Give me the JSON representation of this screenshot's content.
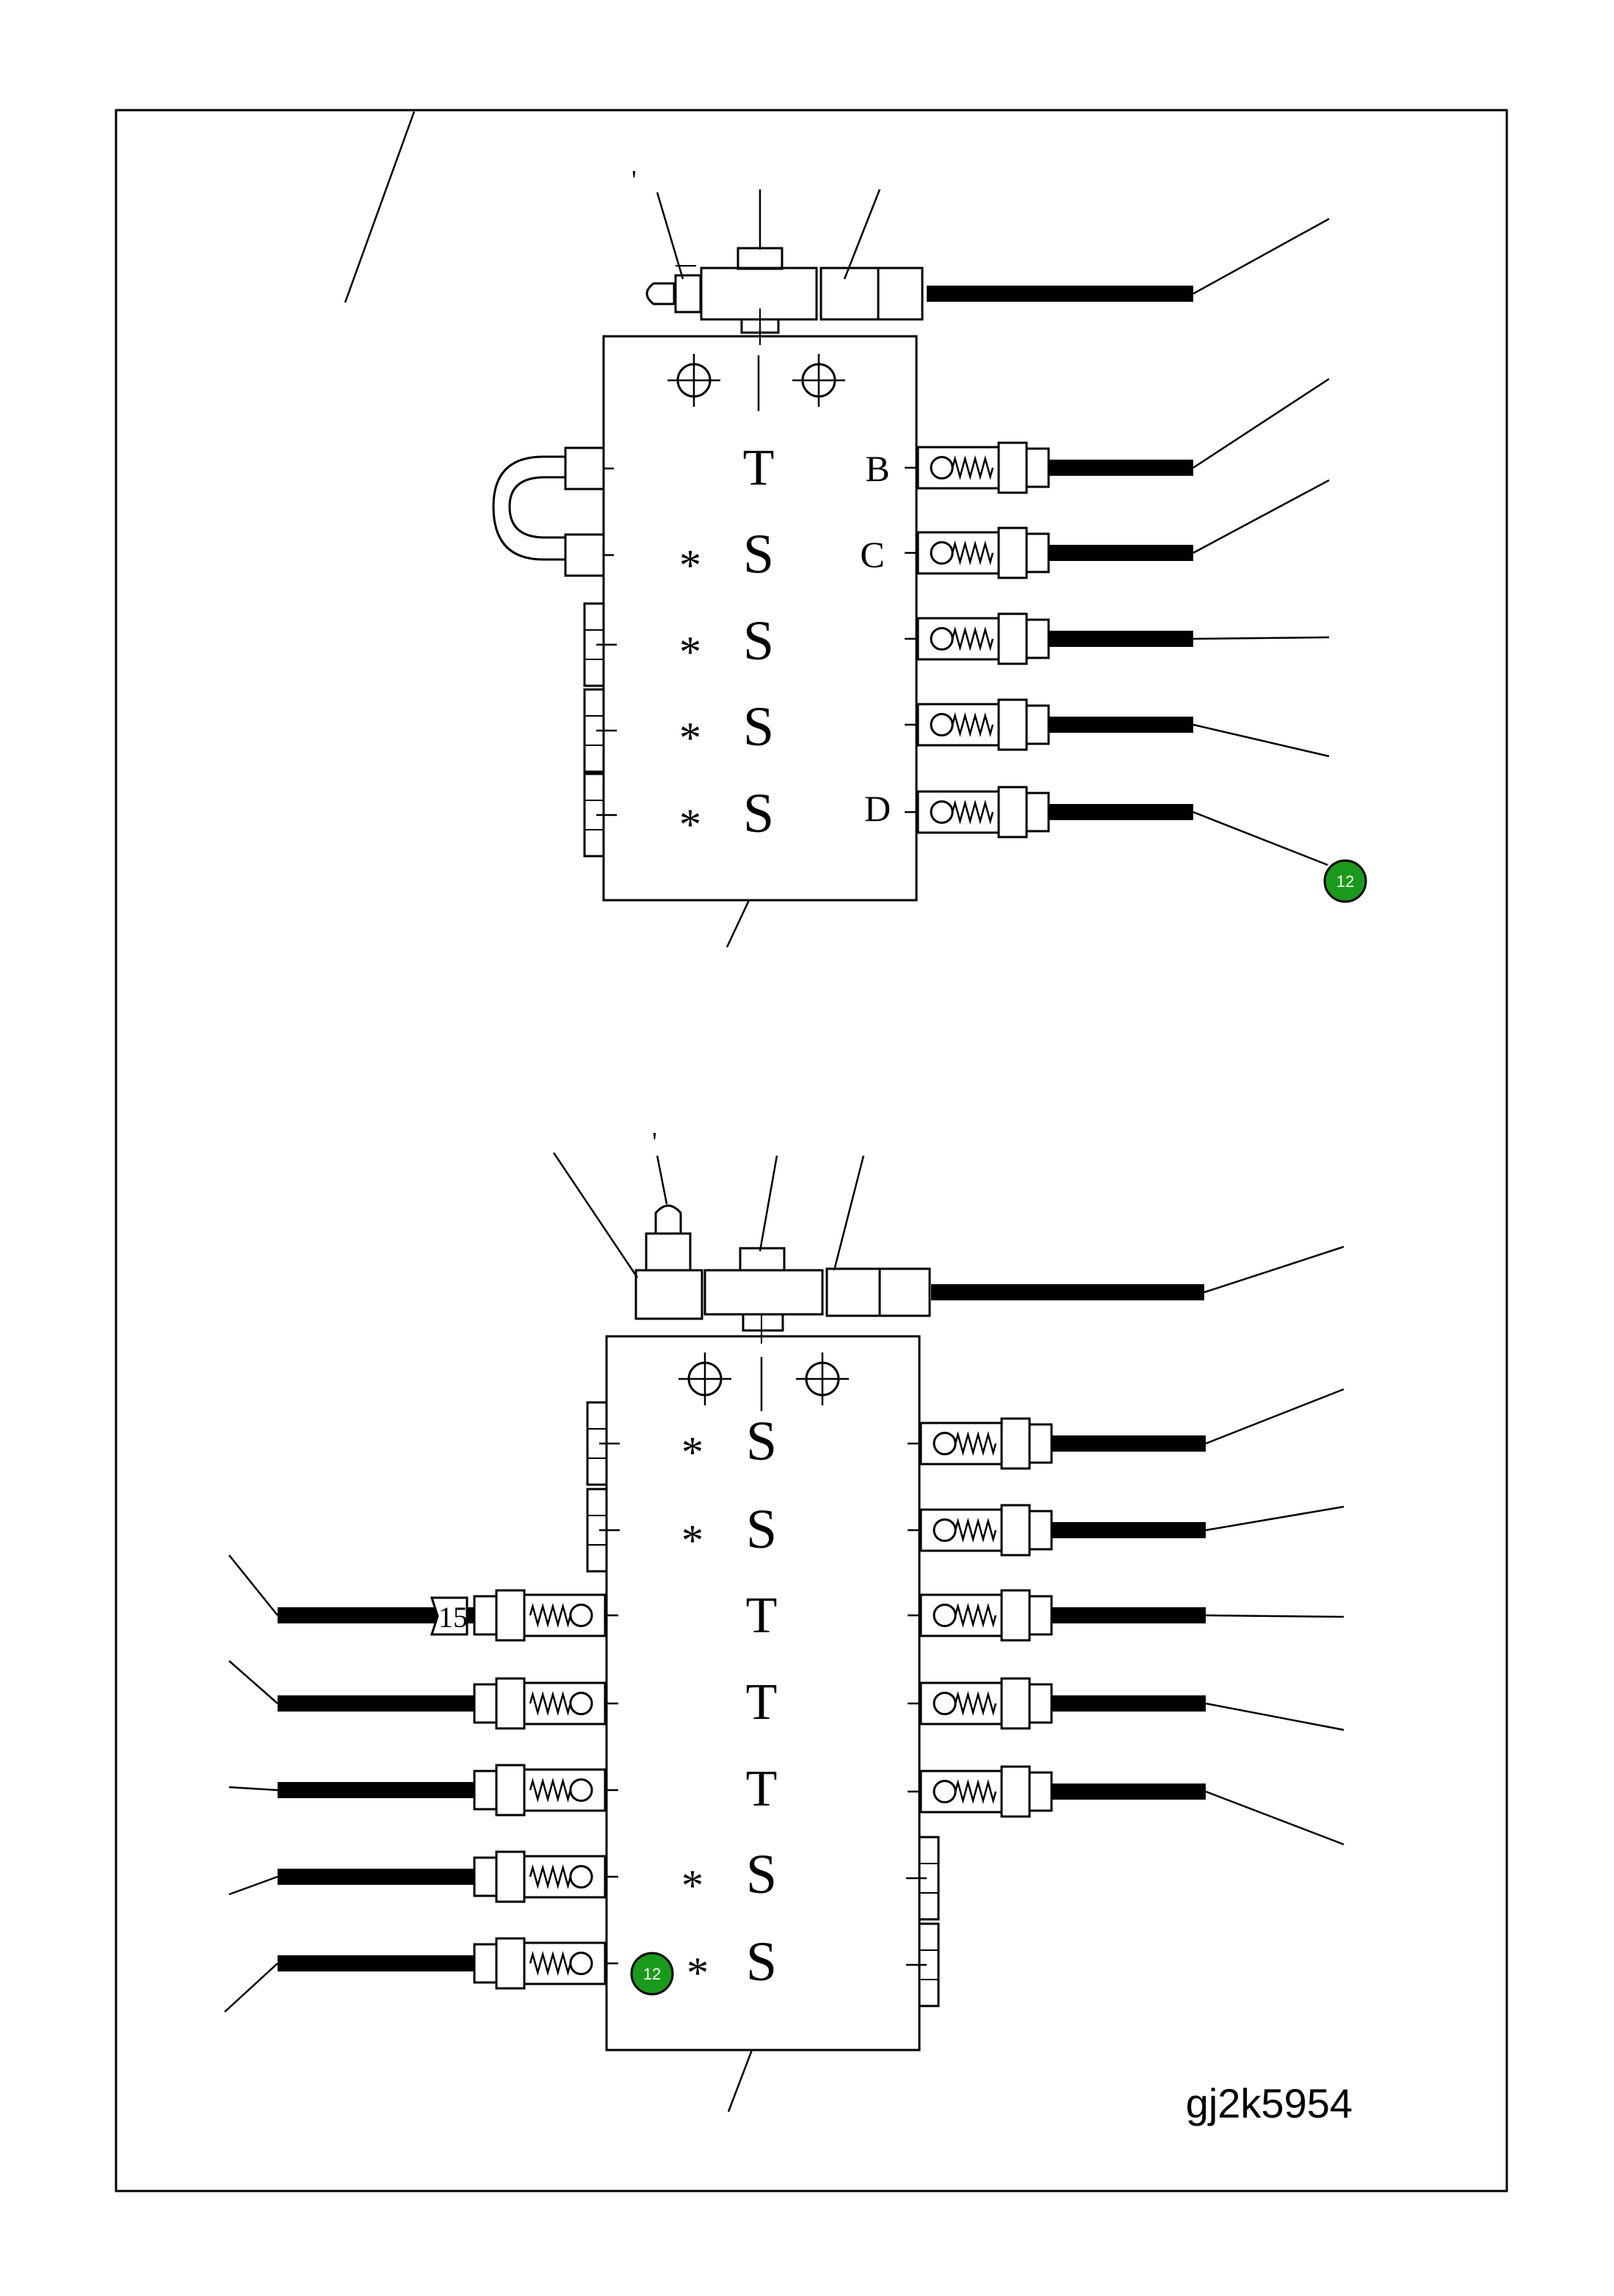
{
  "labels": {
    "port_b": "B",
    "port_c": "C",
    "port_d": "D",
    "port_t": "T",
    "port_s": "S",
    "asterisk": "*",
    "tick_mark": "'",
    "part_15": "15",
    "callout_12": "12",
    "drawing_ref": "gj2k5954"
  },
  "colors": {
    "line": "#000000",
    "callout_fill": "#1a9a1a",
    "callout_ring": "#000000",
    "background": "#ffffff"
  }
}
